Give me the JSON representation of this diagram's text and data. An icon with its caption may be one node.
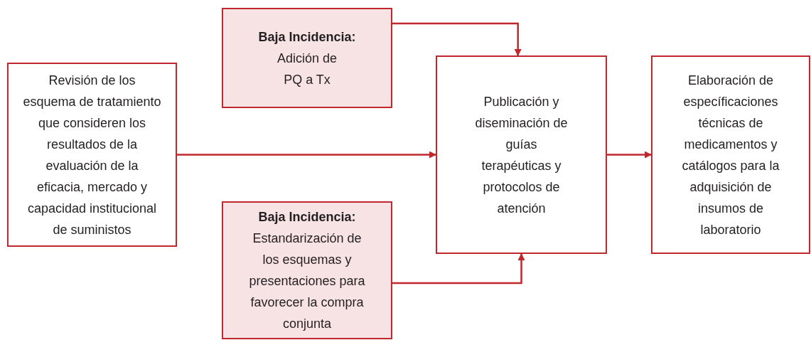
{
  "diagram": {
    "nodes": [
      {
        "text": [
          "Revisión de los esquema de tratamiento que consideren los resultados de la evaluación de la eficacia, mercado y capacidad institucional de suministos"
        ]
      },
      {
        "text": [
          "Baja Incidencia:",
          "Adición de PQ a Tx"
        ]
      },
      {
        "text": [
          "Baja Incidencia:",
          "Estandarización de los esquemas y presentaciones para favorecer la compra conjunta"
        ]
      },
      {
        "text": [
          "Publicación y diseminación de guías terapéuticas y protocolos de atención"
        ]
      },
      {
        "text": [
          "Elaboración de específicaciones técnicas de medicamentos y catálogos para la adquisición de insumos de laboratorio"
        ]
      }
    ],
    "edges": [
      {
        "from": 0,
        "to": 3,
        "arrow": "to"
      },
      {
        "from": 1,
        "to": 3,
        "arrow": "to"
      },
      {
        "from": 2,
        "to": 3,
        "arrow": "to"
      },
      {
        "from": 3,
        "to": 4,
        "arrow": "to"
      }
    ]
  }
}
